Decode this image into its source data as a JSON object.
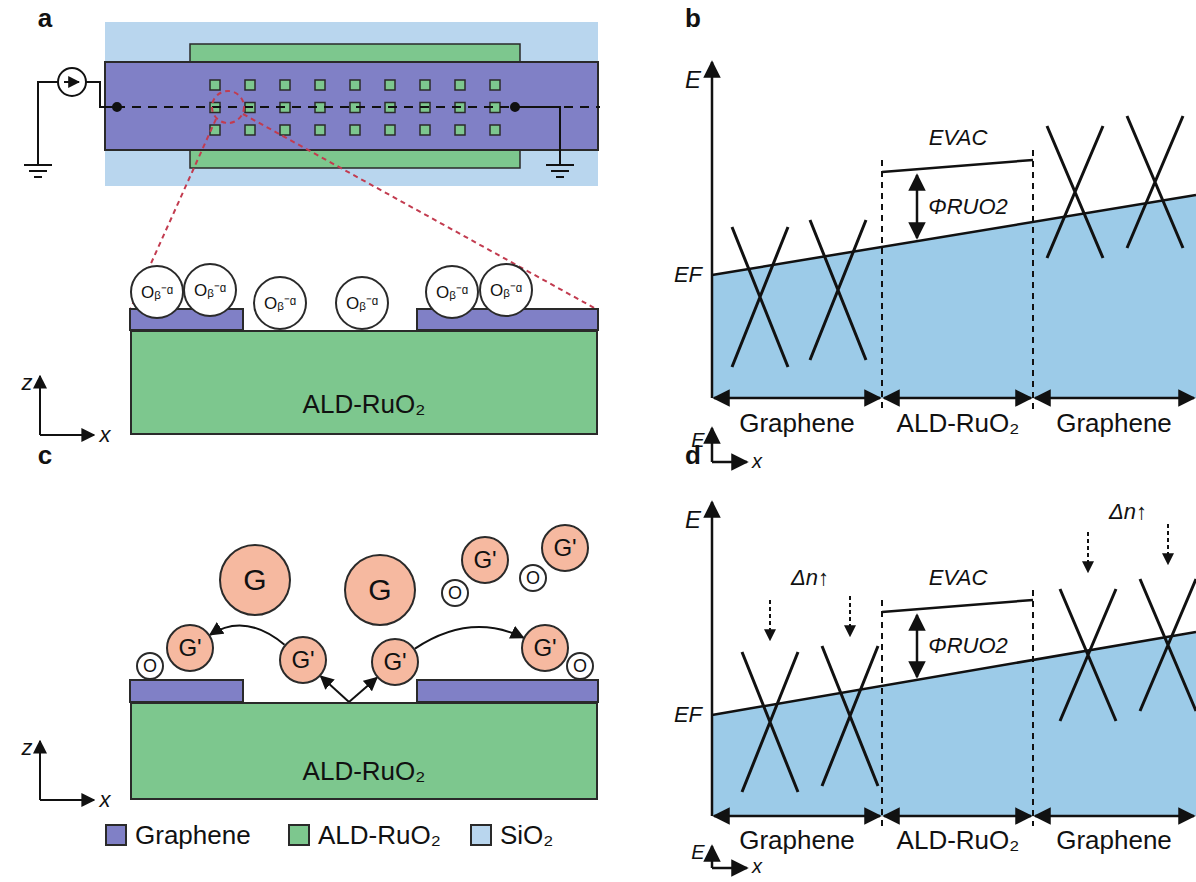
{
  "diagram": {
    "nodes": [
      {
        "text": [
          "ALD-RuO₂"
        ]
      },
      {
        "text": [
          "Oᵦ⁻ᵅ"
        ]
      },
      {
        "text": [
          "Oᵦ⁻ᵅ"
        ]
      },
      {
        "text": [
          "Oᵦ⁻ᵅ"
        ]
      },
      {
        "text": [
          "Oᵦ⁻ᵅ"
        ]
      },
      {
        "text": [
          "Oᵦ⁻ᵅ"
        ]
      },
      {
        "text": [
          "Oᵦ⁻ᵅ"
        ]
      },
      {
        "text": [
          "G"
        ]
      },
      {
        "text": [
          "G"
        ]
      },
      {
        "text": [
          "G'"
        ]
      },
      {
        "text": [
          "O"
        ]
      },
      {
        "text": [
          "G'"
        ]
      },
      {
        "text": [
          "O"
        ]
      },
      {
        "text": [
          "O"
        ]
      },
      {
        "text": [
          "G'"
        ]
      },
      {
        "text": [
          "G'"
        ]
      },
      {
        "text": [
          "G'"
        ]
      },
      {
        "text": [
          "G'"
        ]
      },
      {
        "text": [
          "O"
        ]
      },
      {
        "text": [
          "ALD-RuO₂"
        ]
      }
    ],
    "edges": [
      {
        "from": 15,
        "to": 14,
        "arrow": "to"
      },
      {
        "from": 16,
        "to": 17,
        "arrow": "to"
      },
      {
        "from": 19,
        "to": 15,
        "arrow": "to"
      },
      {
        "from": 19,
        "to": 16,
        "arrow": "to"
      }
    ],
    "labels": [
      "a",
      "b",
      "c",
      "d",
      "z",
      "x",
      "z",
      "x",
      "E",
      "EF",
      "EVAC",
      "ΦRUO2",
      "Graphene",
      "ALD-RuO₂",
      "Graphene",
      "E",
      "x",
      "E",
      "EF",
      "EVAC",
      "ΦRUO2",
      "Δn↑",
      "Δn↑",
      "Graphene",
      "ALD-RuO₂",
      "Graphene",
      "E",
      "x"
    ],
    "legend": [
      {
        "text": "Graphene",
        "color": "#8080c6"
      },
      {
        "text": "ALD-RuO₂",
        "color": "#7dc78e"
      },
      {
        "text": "SiO₂",
        "color": "#b9d6ee"
      }
    ]
  }
}
